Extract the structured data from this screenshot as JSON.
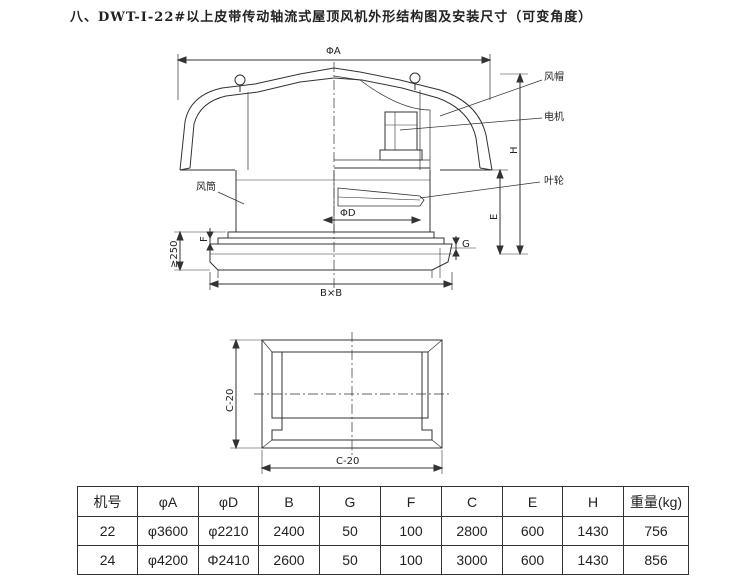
{
  "title": "八、DWT-Ⅰ-22#以上皮带传动轴流式屋顶风机外形结构图及安装尺寸（可变角度）",
  "elevation": {
    "dims": {
      "phiA": "ΦA",
      "phiD": "ΦD",
      "bxb": "B×B",
      "h": "H",
      "e": "E",
      "f": "F",
      "g": "G",
      "ge250": "≥250"
    },
    "callouts": {
      "hood": "风帽",
      "motor": "电机",
      "impeller": "叶轮",
      "duct": "风筒"
    }
  },
  "plan": {
    "dims": {
      "c20_side": "C-20",
      "c20_bottom": "C-20"
    }
  },
  "table": {
    "headers": [
      "机号",
      "φA",
      "φD",
      "B",
      "G",
      "F",
      "C",
      "E",
      "H",
      "重量(kg)"
    ],
    "rows": [
      [
        "22",
        "φ3600",
        "φ2210",
        "2400",
        "50",
        "100",
        "2800",
        "600",
        "1430",
        "756"
      ],
      [
        "24",
        "φ4200",
        "Φ2410",
        "2600",
        "50",
        "100",
        "3000",
        "600",
        "1430",
        "856"
      ]
    ]
  }
}
